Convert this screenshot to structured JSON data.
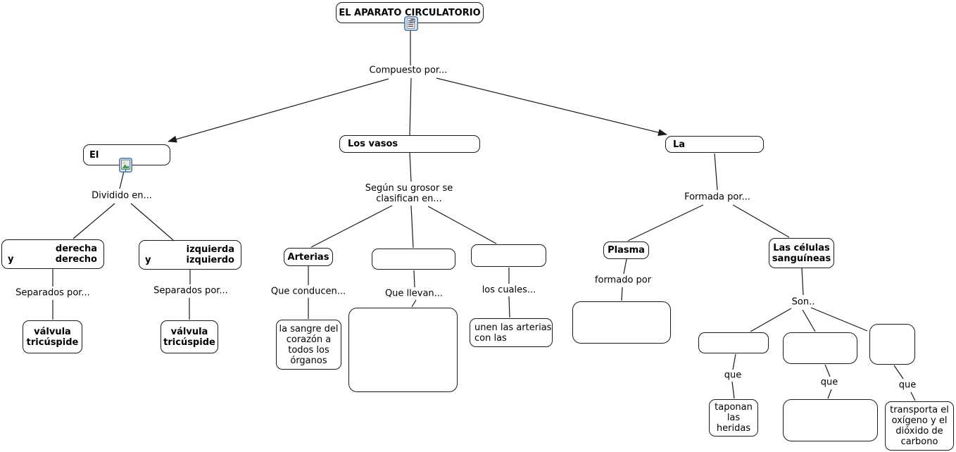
{
  "title": "EL APARATO CIRCULATORIO",
  "colors": {
    "background": "#ffffff",
    "node_fill": "#ffffff",
    "node_border": "#1a1a1a",
    "text": "#000000",
    "connector": "#1a1a1a",
    "icon_border": "#3a6ea5",
    "icon_fill": "#dce9f8"
  },
  "icons": {
    "root_resource": "document-image-icon",
    "el_resource": "image-icon"
  },
  "nodes": {
    "root": {
      "label": "EL APARATO CIRCULATORIO"
    },
    "el": {
      "label": "El"
    },
    "vasos": {
      "label": "Los vasos"
    },
    "la": {
      "label": "La"
    },
    "derecha": {
      "line1": "derecha",
      "prefix": "y",
      "line2": "derecho"
    },
    "izquierda": {
      "line1": "izquierda",
      "prefix": "y",
      "line2": "izquierdo"
    },
    "valvula_left": {
      "label": "válvula tricúspide"
    },
    "valvula_right": {
      "label": "válvula tricúspide"
    },
    "arterias": {
      "label": "Arterias"
    },
    "blank_mid": {
      "label": ""
    },
    "blank_right": {
      "label": ""
    },
    "sangre": {
      "label": "la sangre del corazón a todos los órganos"
    },
    "blank_big": {
      "label": ""
    },
    "unen": {
      "label": "unen las arterias con las"
    },
    "plasma": {
      "label": "Plasma"
    },
    "celulas": {
      "label": "Las células sanguíneas"
    },
    "blank_plasma": {
      "label": ""
    },
    "blank_cel_1": {
      "label": ""
    },
    "blank_cel_2": {
      "label": ""
    },
    "blank_cel_3": {
      "label": ""
    },
    "taponan": {
      "label": "taponan las heridas"
    },
    "blank_bottom": {
      "label": ""
    },
    "transporta": {
      "label": "transporta el oxígeno y el dióxido de carbono"
    }
  },
  "links": {
    "compuesto": "Compuesto por...",
    "dividido": "Dividido en...",
    "separados1": "Separados por...",
    "separados2": "Separados por...",
    "segun": "Según su grosor se clasifican en...",
    "conducen": "Que conducen...",
    "llevan": "Que llevan...",
    "cuales": "los cuales...",
    "formada": "Formada por...",
    "formado": "formado por",
    "son": "Son..",
    "que1": "que",
    "que2": "que",
    "que3": "que"
  }
}
